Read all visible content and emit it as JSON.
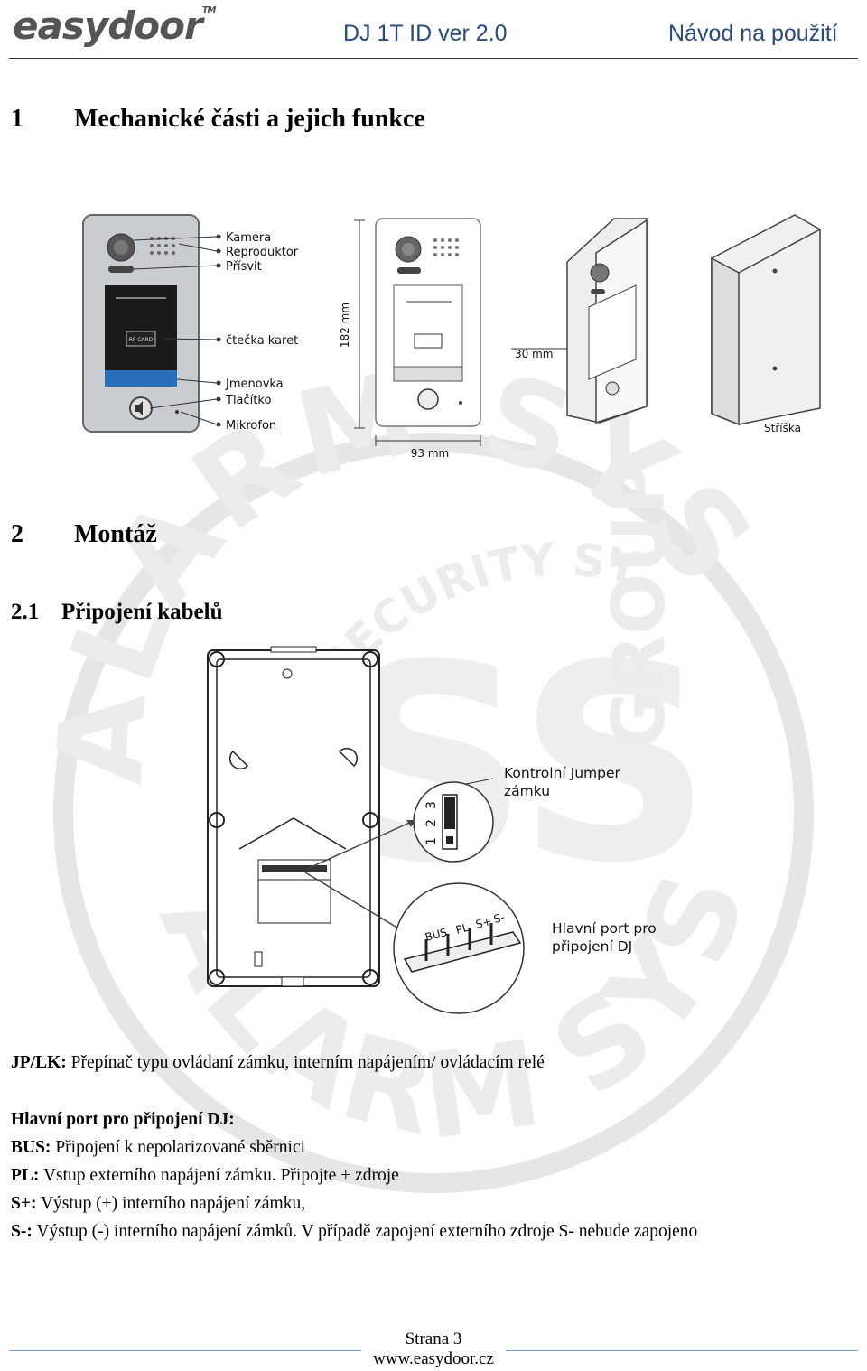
{
  "header": {
    "brand": "easydoor",
    "tm": "TM",
    "product": "DJ 1T ID ver 2.0",
    "manual": "Návod na použití"
  },
  "section1": {
    "number": "1",
    "title": "Mechanické části a jejich funkce"
  },
  "figure1": {
    "labels": [
      "Kamera",
      "Reproduktor",
      "Přísvit",
      "čtečka karet",
      "Jmenovka",
      "Tlačítko",
      "Mikrofon"
    ],
    "rf_card": "RF CARD",
    "dim_height": "182 mm",
    "dim_width": "93 mm",
    "dim_depth": "30 mm",
    "roof": "Stříška"
  },
  "section2": {
    "number": "2",
    "title": "Montáž"
  },
  "section21": {
    "number": "2.1",
    "title": "Připojení kabelů"
  },
  "figure2": {
    "jumper_label": "Kontrolní Jumper zámku",
    "jumper_pins": [
      "1",
      "2",
      "3"
    ],
    "port_label": "Hlavní port pro připojení DJ",
    "pins": [
      "BUS",
      "PL",
      "S+",
      "S-"
    ]
  },
  "body": {
    "jp_term": "JP/LK:",
    "jp_text": " Přepínač typu ovládaní zámku, interním napájením/ ovládacím relé",
    "port_title": "Hlavní port pro připojení DJ:",
    "lines": [
      {
        "term": "BUS:",
        "text": " Připojení k nepolarizované sběrnici"
      },
      {
        "term": "PL:",
        "text": " Vstup externího napájení zámku. Připojte + zdroje"
      },
      {
        "term": "S+:",
        "text": " Výstup (+) interního napájení zámku,"
      },
      {
        "term": "S-:",
        "text": " Výstup (-) interního napájení zámků. V případě zapojení externího zdroje S- nebude zapojeno"
      }
    ]
  },
  "footer": {
    "page": "Strana 3",
    "url": "www.easydoor.cz"
  },
  "watermark": {
    "top": "ALARM SYSTEMS",
    "mid": "SECURITY SYSTEMS",
    "group": "GROUP",
    "bottom": "ALARM SYSTEMS"
  }
}
